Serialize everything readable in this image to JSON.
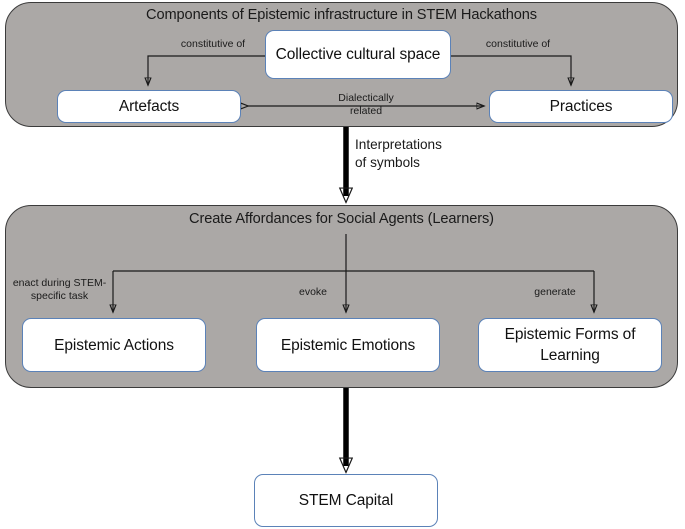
{
  "diagram": {
    "title": "Components of Epistemic infrastructure in STEM Hackathons",
    "colors": {
      "group_fill": "#ABA8A6",
      "group_stroke": "#3b3b3b",
      "node_fill": "#FFFFFF",
      "node_stroke": "#5B82B8",
      "connector": "#1a1a1a",
      "thick_connector": "#000000",
      "text": "#111111",
      "canvas": "#FFFFFF"
    }
  },
  "group_one": {
    "title": "Components of Epistemic infrastructure in STEM Hackathons",
    "nodes": {
      "collective": "Collective cultural space",
      "artefacts": "Artefacts",
      "practices": "Practices"
    },
    "edge_labels": {
      "left_constitutive": "constitutive of",
      "right_constitutive": "constitutive of",
      "dialectically": "Dialectically\nrelated"
    }
  },
  "bridge": {
    "label": "Interpretations\nof symbols"
  },
  "group_two": {
    "title": "Create Affordances for Social Agents (Learners)",
    "nodes": {
      "actions": "Epistemic Actions",
      "emotions": "Epistemic Emotions",
      "forms": "Epistemic Forms of Learning"
    },
    "edge_labels": {
      "enact": "enact during STEM-\nspecific task",
      "evoke": "evoke",
      "generate": "generate"
    }
  },
  "outcome": {
    "node": "STEM Capital"
  }
}
